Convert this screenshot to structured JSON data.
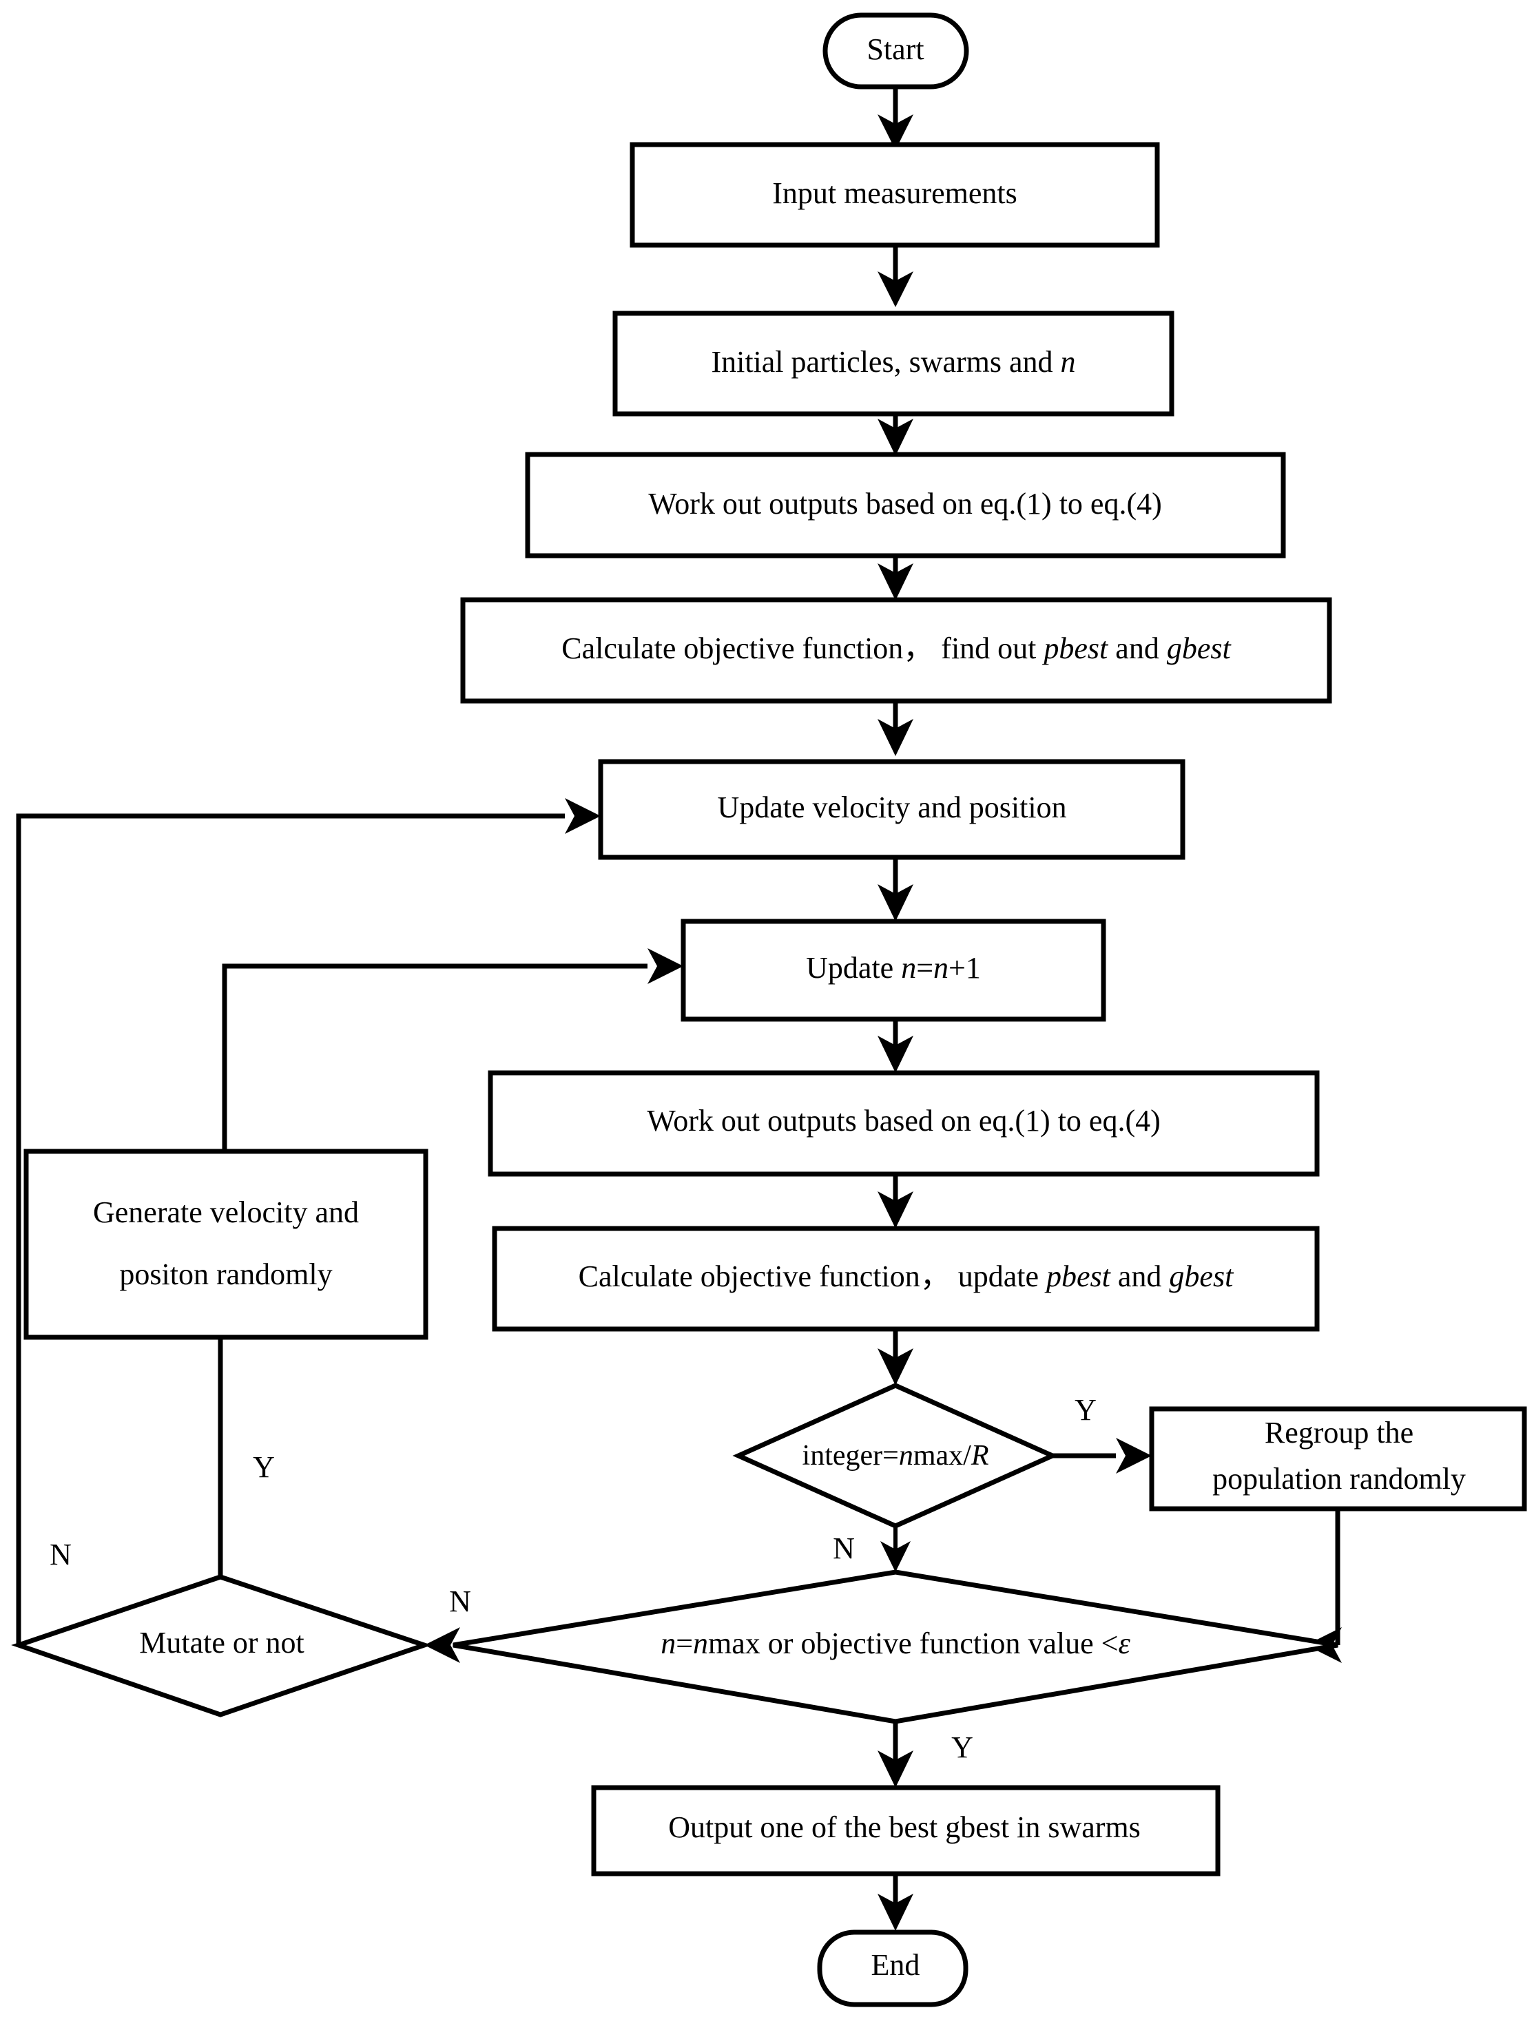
{
  "diagram": {
    "title": "PSO algorithm flowchart",
    "stroke_color": "#000000",
    "background_color": "#ffffff",
    "nodes": {
      "start": {
        "label": "Start",
        "shape": "terminator"
      },
      "input_measurements": {
        "label": "Input measurements",
        "shape": "process"
      },
      "initial_particles": {
        "label_a": "Initial particles, swarms and ",
        "label_b": "n",
        "shape": "process"
      },
      "work_out_outputs_1": {
        "label": "Work out outputs based on eq.(1) to eq.(4)",
        "shape": "process"
      },
      "calc_objective_find": {
        "label_a": "Calculate objective function，  find out ",
        "label_b": "pbest",
        "label_c": " and ",
        "label_d": "gbest",
        "shape": "process"
      },
      "update_velocity_position": {
        "label": "Update velocity and position",
        "shape": "process"
      },
      "update_n": {
        "label_a": "Update ",
        "label_b": "n",
        "label_c": "=",
        "label_d": "n",
        "label_e": "+1",
        "shape": "process"
      },
      "work_out_outputs_2": {
        "label": "Work out outputs based on eq.(1) to eq.(4)",
        "shape": "process"
      },
      "calc_objective_update": {
        "label_a": "Calculate objective function，  update ",
        "label_b": "pbest",
        "label_c": " and ",
        "label_d": "gbest",
        "shape": "process"
      },
      "generate_velocity_position": {
        "line1": "Generate velocity and",
        "line2": "positon randomly",
        "shape": "process"
      },
      "integer_check": {
        "label_a": "integer=",
        "label_b": "n",
        "label_c": "max/",
        "label_d": "R",
        "shape": "decision"
      },
      "regroup_population": {
        "line1": "Regroup the",
        "line2": "population randomly",
        "shape": "process"
      },
      "mutate_or_not": {
        "label": "Mutate or not",
        "shape": "decision"
      },
      "termination_check": {
        "label_a": "n",
        "label_b": "=",
        "label_c": "n",
        "label_d": "max or objective function value <",
        "label_e": "ε",
        "shape": "decision"
      },
      "output_gbest": {
        "label": "Output one of the best gbest in swarms",
        "shape": "process"
      },
      "end": {
        "label": "End",
        "shape": "terminator"
      }
    },
    "edge_labels": {
      "integer_yes": "Y",
      "integer_no": "N",
      "termination_no": "N",
      "termination_yes": "Y",
      "mutate_yes": "Y",
      "mutate_no": "N"
    }
  }
}
